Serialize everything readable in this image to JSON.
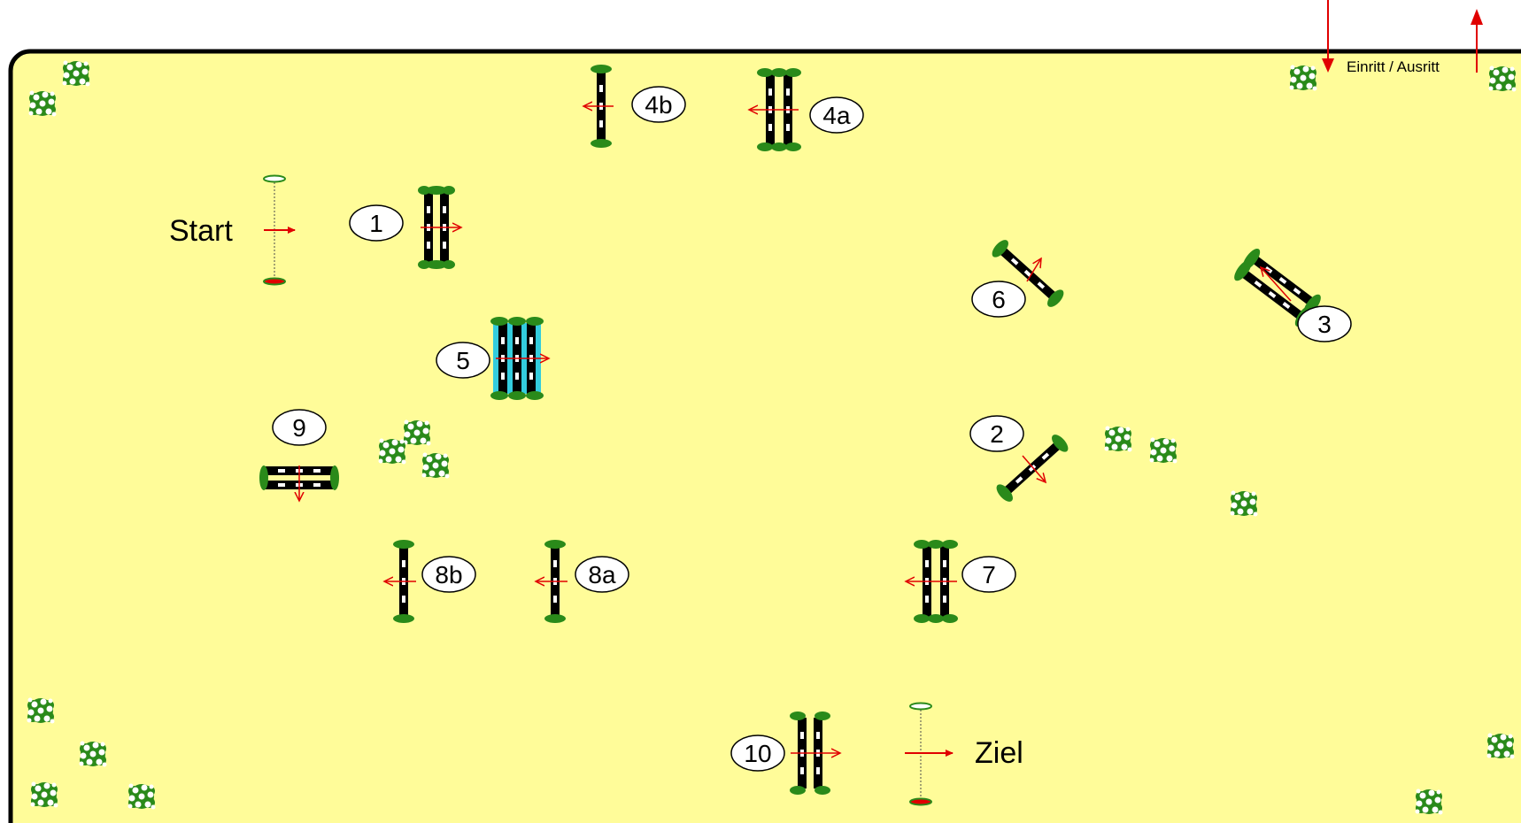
{
  "arena": {
    "entry_label": "Einritt / Ausritt",
    "start_label": "Start",
    "finish_label": "Ziel",
    "colors": {
      "ground": "#FFFC99",
      "border": "#000000",
      "pole_black": "#000000",
      "pole_white": "#FFFFFF",
      "water": "#33CCDD",
      "wing_green": "#2A8A1A",
      "arrow_red": "#E00000",
      "label_bg": "#FFFFFF"
    }
  },
  "obstacles": [
    {
      "label": "1",
      "type": "oxer"
    },
    {
      "label": "2",
      "type": "vertical"
    },
    {
      "label": "3",
      "type": "oxer"
    },
    {
      "label": "4a",
      "type": "oxer"
    },
    {
      "label": "4b",
      "type": "vertical"
    },
    {
      "label": "5",
      "type": "triple-water"
    },
    {
      "label": "6",
      "type": "vertical"
    },
    {
      "label": "7",
      "type": "oxer"
    },
    {
      "label": "8a",
      "type": "vertical"
    },
    {
      "label": "8b",
      "type": "vertical"
    },
    {
      "label": "9",
      "type": "oxer"
    },
    {
      "label": "10",
      "type": "oxer"
    }
  ],
  "decorations": {
    "flower_icon": "flower-bush-icon"
  }
}
